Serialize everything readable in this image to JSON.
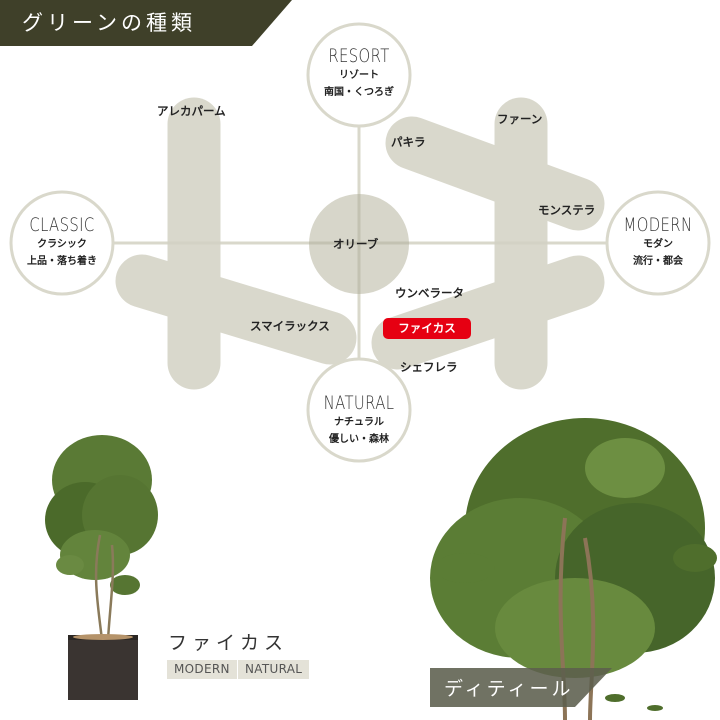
{
  "header": {
    "title": "グリーンの種類",
    "bg_color": "#3f4029"
  },
  "axes": {
    "top": {
      "en": "RESORT",
      "ja": "リゾート",
      "desc": "南国・くつろぎ"
    },
    "left": {
      "en": "CLASSIC",
      "ja": "クラシック",
      "desc": "上品・落ち着き"
    },
    "right": {
      "en": "MODERN",
      "ja": "モダン",
      "desc": "流行・都会"
    },
    "bottom": {
      "en": "NATURAL",
      "ja": "ナチュラル",
      "desc": "優しい・森林"
    }
  },
  "plants": [
    {
      "name": "アレカパーム"
    },
    {
      "name": "ファーン"
    },
    {
      "name": "パキラ"
    },
    {
      "name": "モンステラ"
    },
    {
      "name": "オリーブ"
    },
    {
      "name": "スマイラックス"
    },
    {
      "name": "ウンベラータ"
    },
    {
      "name": "ファイカス",
      "highlighted": true
    },
    {
      "name": "シェフレラ"
    }
  ],
  "colors": {
    "accent": "#e60012",
    "shape": "#d9d8cb",
    "line": "#d9d8cb",
    "banner": "#3f4029",
    "detail_banner": "#5c5e4d"
  },
  "product": {
    "name": "ファイカス",
    "tags": [
      "MODERN",
      "NATURAL"
    ]
  },
  "detail": {
    "title": "ディティール"
  }
}
